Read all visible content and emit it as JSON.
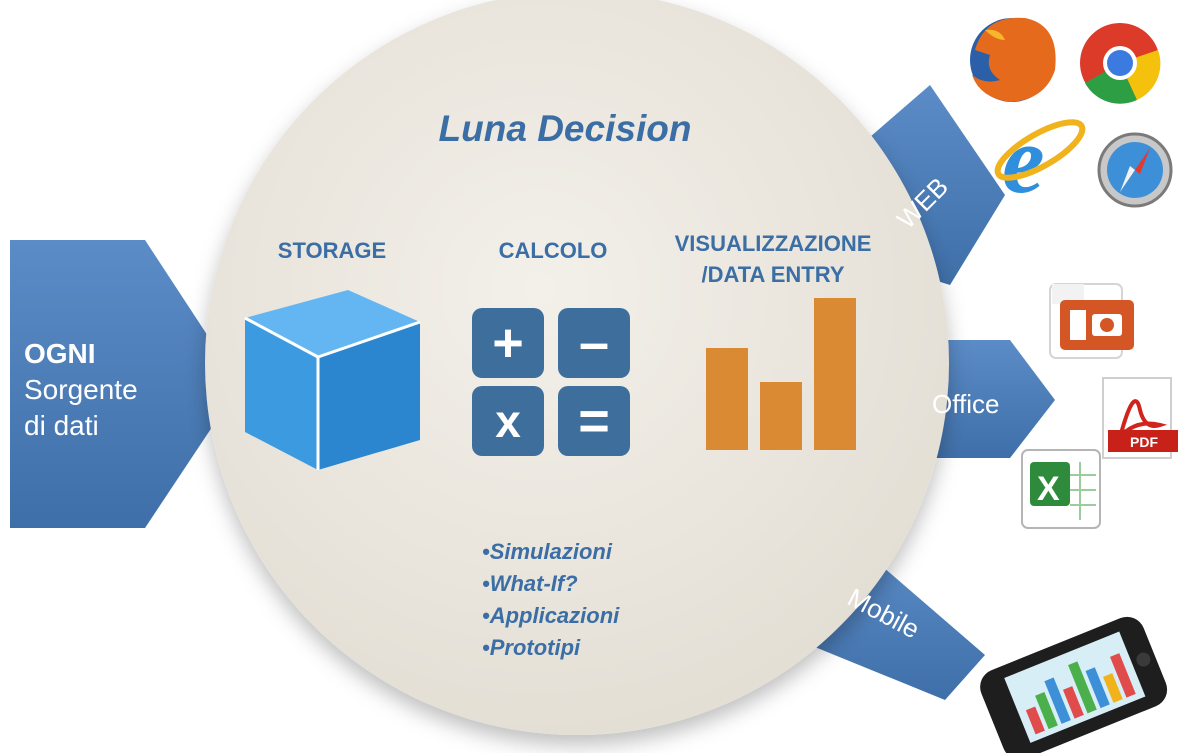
{
  "title": "Luna Decision",
  "sections": {
    "storage": "STORAGE",
    "calcolo": "CALCOLO",
    "visual_line1": "VISUALIZZAZIONE",
    "visual_line2": "/DATA ENTRY"
  },
  "calc_keys": [
    "+",
    "–",
    "x",
    "="
  ],
  "bar_chart_levels": [
    0.67,
    0.45,
    1.0
  ],
  "bullets": [
    "•Simulazioni",
    "•What-If?",
    "•Applicazioni",
    "•Prototipi"
  ],
  "source": {
    "line1": "OGNI",
    "line2": "Sorgente",
    "line3": "di dati"
  },
  "outputs": {
    "web": "WEB",
    "office": "Office",
    "mobile": "Mobile"
  },
  "icons": {
    "web": [
      "firefox-icon",
      "chrome-icon",
      "internet-explorer-icon",
      "safari-icon"
    ],
    "office": [
      "powerpoint-icon",
      "pdf-icon",
      "excel-icon"
    ],
    "mobile": [
      "smartphone-icon"
    ]
  },
  "pdf_label": "PDF",
  "colors": {
    "arrow_blue": "#4f81bd",
    "text_blue": "#3b6ea5",
    "circle": "#ede9e0",
    "cube": "#3c9be0",
    "bars": "#d98a33",
    "calc_key": "#3e6f9c"
  }
}
